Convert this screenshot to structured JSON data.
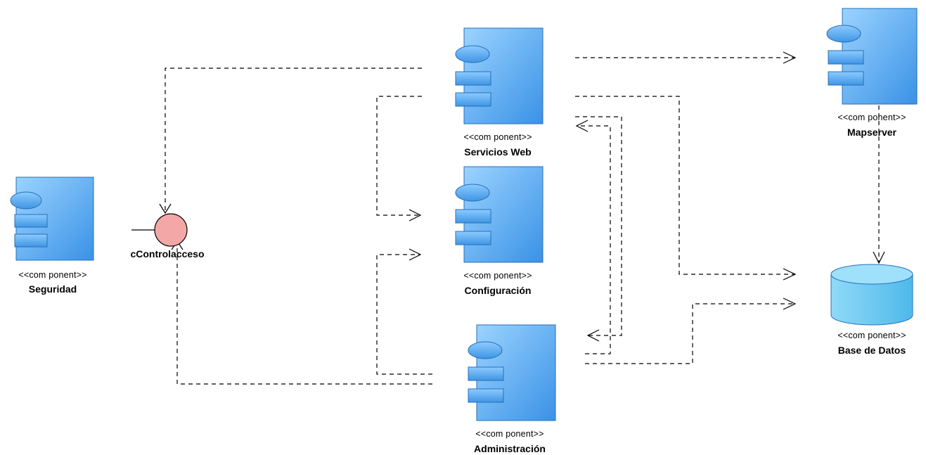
{
  "components": [
    {
      "id": "seguridad",
      "stereotype": "<<com ponent>>",
      "name": "Seguridad"
    },
    {
      "id": "servicios_web",
      "stereotype": "<<com ponent>>",
      "name": "Servicios Web"
    },
    {
      "id": "configuracion",
      "stereotype": "<<com ponent>>",
      "name": "Configuración"
    },
    {
      "id": "administracion",
      "stereotype": "<<com ponent>>",
      "name": "Administración"
    },
    {
      "id": "mapserver",
      "stereotype": "<<com ponent>>",
      "name": "Mapserver"
    },
    {
      "id": "base_datos",
      "stereotype": "<<com ponent>>",
      "name": "Base de Datos"
    }
  ],
  "interface": {
    "id": "ccontrolacceso",
    "name": "cControlacceso"
  },
  "dependencies": [
    {
      "from": "servicios_web",
      "to": "ccontrolacceso"
    },
    {
      "from": "administracion",
      "to": "ccontrolacceso"
    },
    {
      "from": "servicios_web",
      "to": "configuracion"
    },
    {
      "from": "administracion",
      "to": "configuracion"
    },
    {
      "from": "servicios_web",
      "to": "mapserver"
    },
    {
      "from": "servicios_web",
      "to": "base_datos"
    },
    {
      "from": "administracion",
      "to": "base_datos"
    },
    {
      "from": "mapserver",
      "to": "base_datos"
    },
    {
      "from": "administracion",
      "to": "servicios_web"
    },
    {
      "from": "servicios_web",
      "to": "administracion"
    }
  ],
  "colors": {
    "component_fill_top": "#7fc4ff",
    "component_fill_bottom": "#3c96e8",
    "component_stroke": "#2a6fb8",
    "interface_fill": "#f4a7a7",
    "database_fill": "#7fd0f2"
  }
}
